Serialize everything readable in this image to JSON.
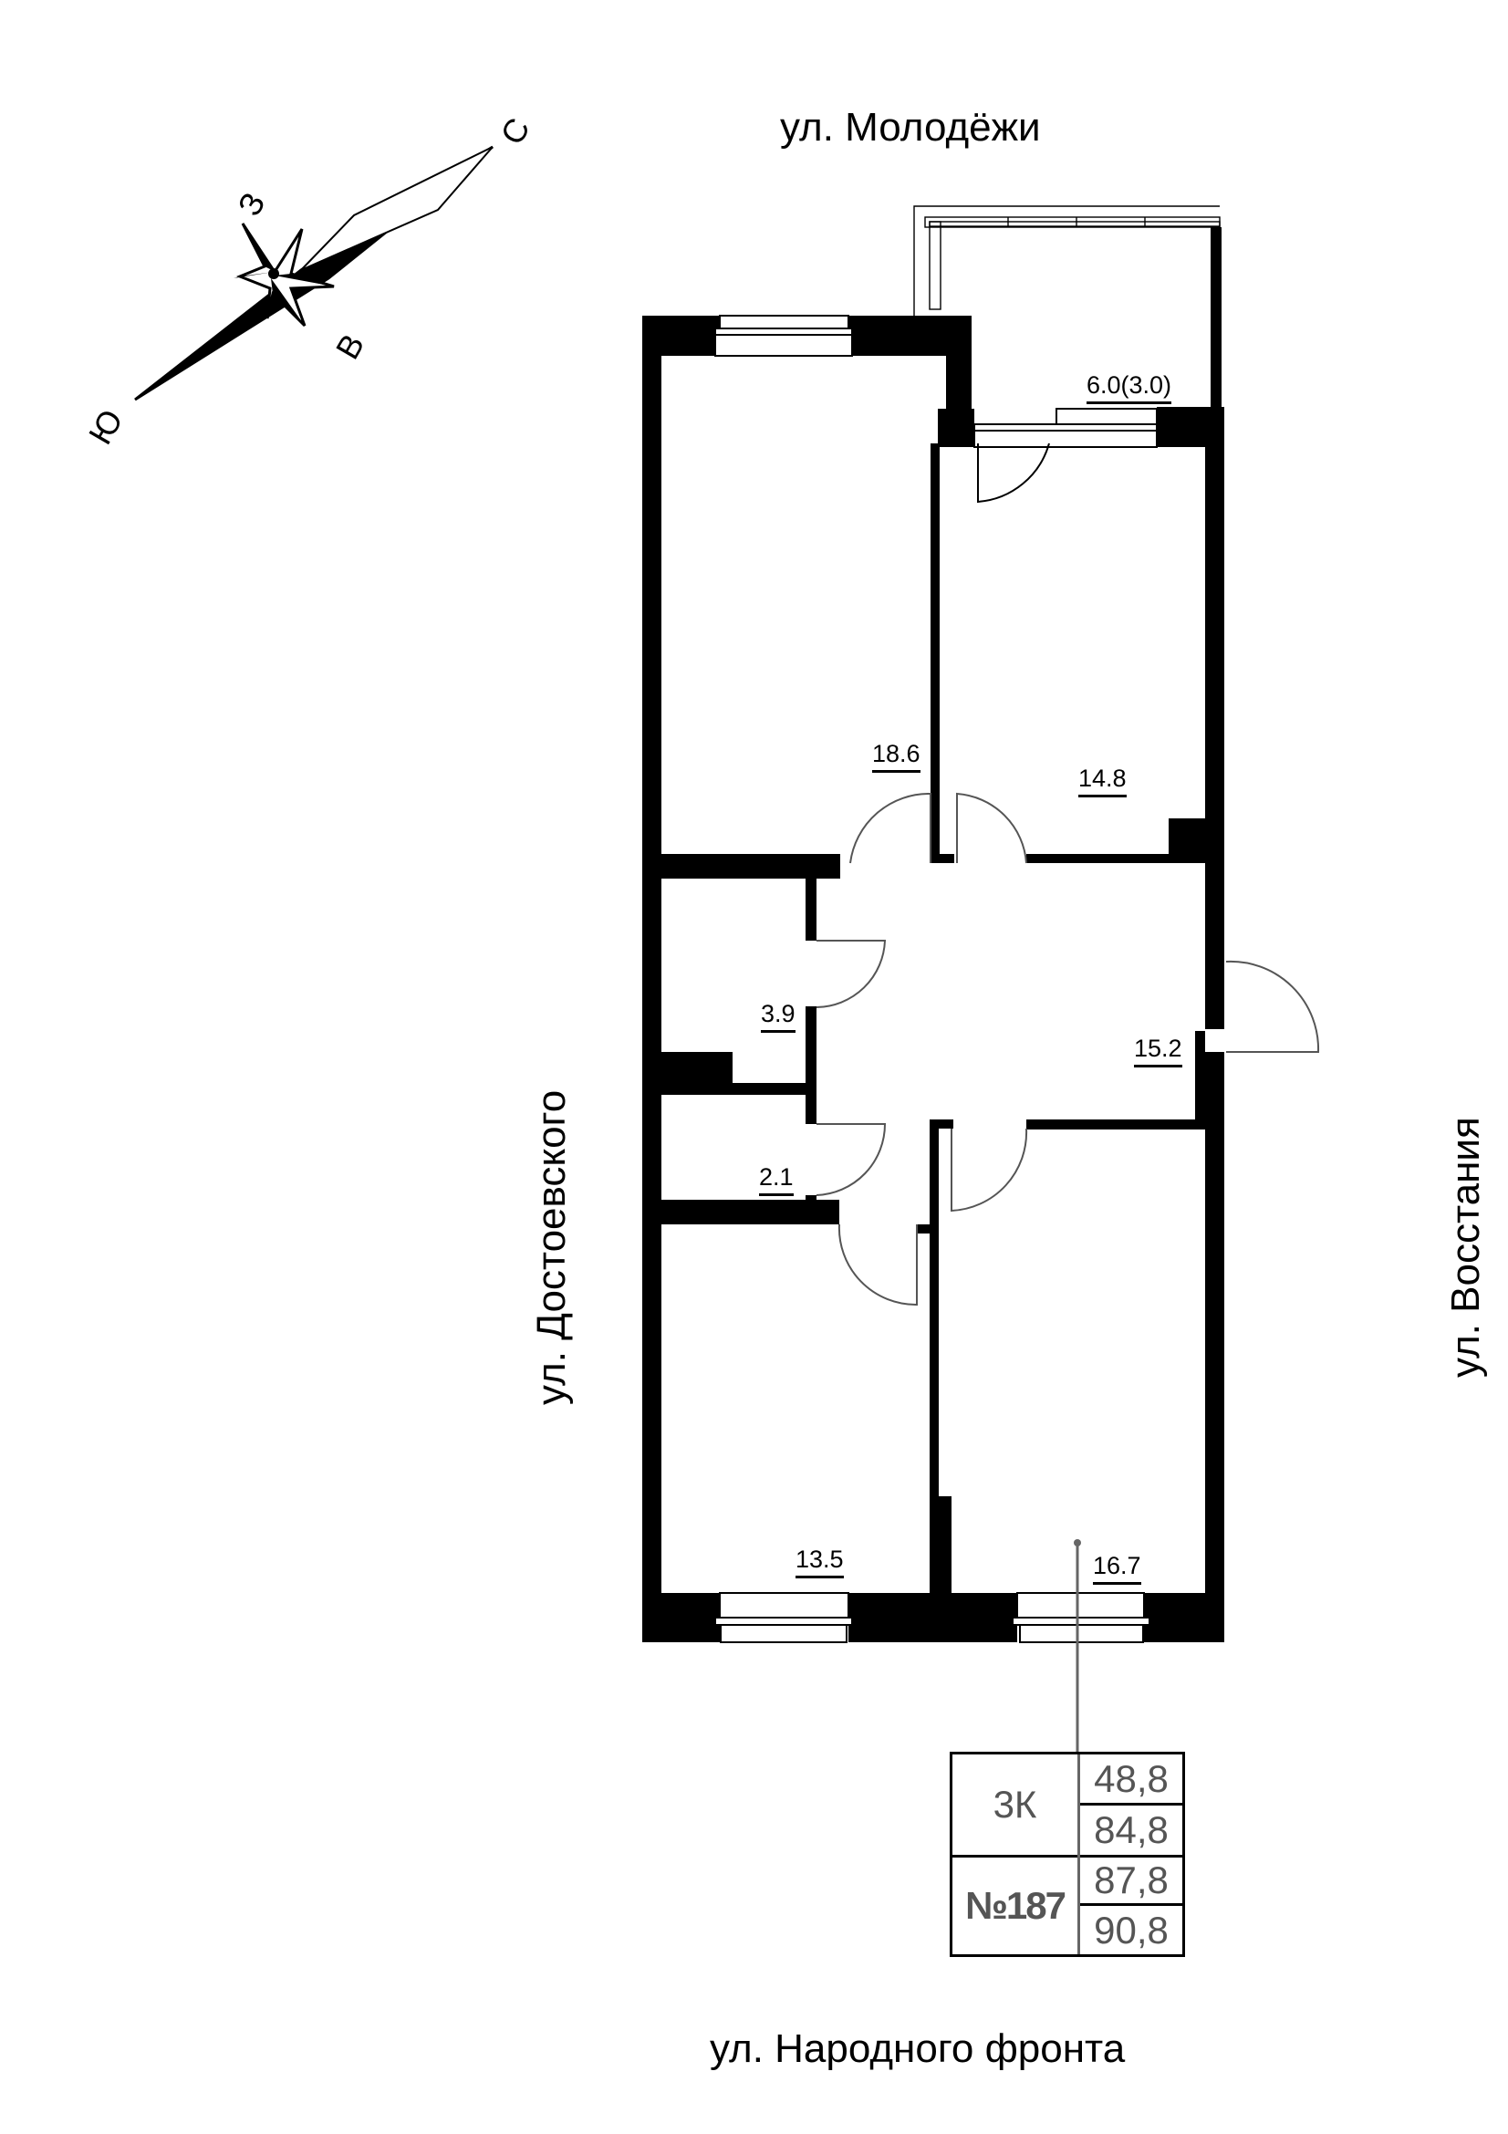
{
  "streets": {
    "north": "ул. Молодёжи",
    "west": "ул. Достоевского",
    "east": "ул. Восстания",
    "south": "ул. Народного фронта"
  },
  "compass": {
    "north": "С",
    "south": "Ю",
    "west": "З",
    "east": "В"
  },
  "rooms": [
    {
      "id": "bedroom-top-left",
      "area": "18.6"
    },
    {
      "id": "bedroom-top-right",
      "area": "14.8"
    },
    {
      "id": "balcony",
      "area": "6.0(3.0)"
    },
    {
      "id": "hallway",
      "area": "15.2"
    },
    {
      "id": "bathroom",
      "area": "3.9"
    },
    {
      "id": "toilet",
      "area": "2.1"
    },
    {
      "id": "bedroom-bottom-left",
      "area": "13.5"
    },
    {
      "id": "kitchen-living",
      "area": "16.7"
    }
  ],
  "summary": {
    "type": "3К",
    "number": "№187",
    "values": [
      "48,8",
      "84,8",
      "87,8",
      "90,8"
    ]
  },
  "colors": {
    "walls": "#000000",
    "doors": "#555555",
    "summary_text": "#555555"
  }
}
